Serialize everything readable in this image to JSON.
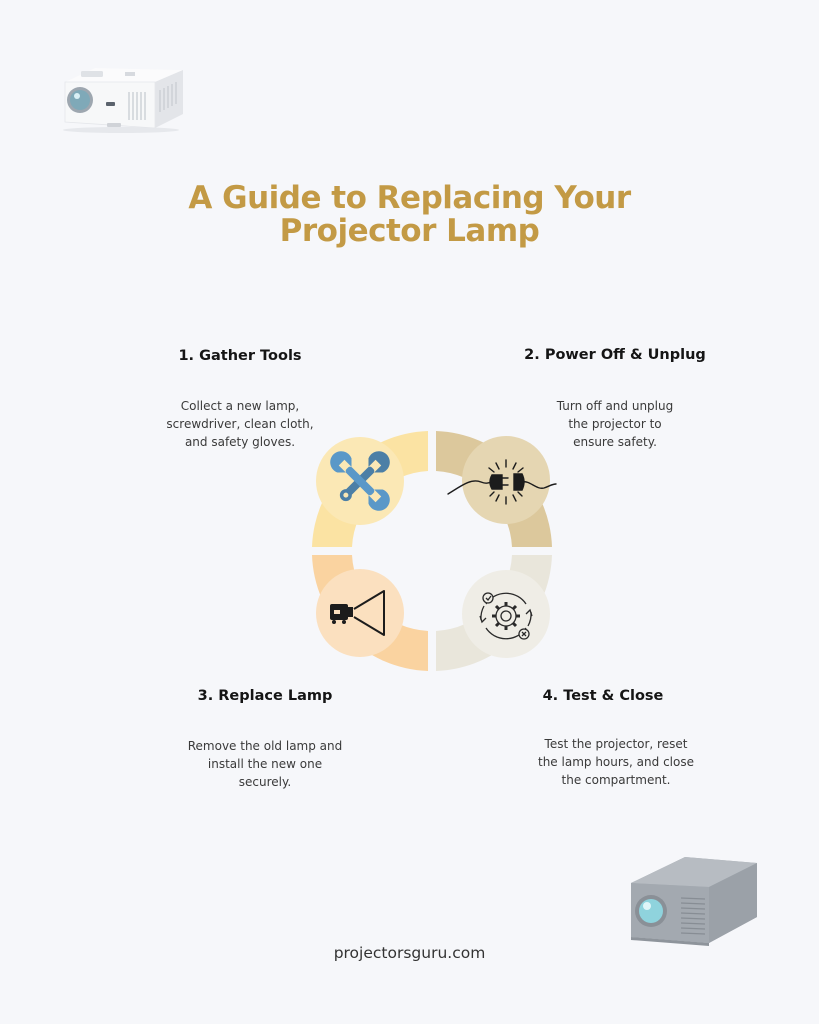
{
  "title": {
    "line1": "A Guide to Replacing Your",
    "line2": "Projector Lamp",
    "color": "#c39a45"
  },
  "steps": [
    {
      "heading": "1. Gather Tools",
      "description_lines": [
        "Collect a new lamp,",
        "screwdriver, clean cloth,",
        "and safety gloves."
      ],
      "icon": "wrench-screwdriver-icon",
      "ring_color": "#fbe3a3",
      "circle_color": "#fbe8b5"
    },
    {
      "heading": "2. Power Off & Unplug",
      "description_lines": [
        "Turn off and unplug",
        "the projector to",
        "ensure safety."
      ],
      "icon": "unplug-icon",
      "ring_color": "#dcc89c",
      "circle_color": "#e5d6b2"
    },
    {
      "heading": "3. Replace Lamp",
      "description_lines": [
        "Remove the old lamp and",
        "install the new one",
        "securely."
      ],
      "icon": "projector-beam-icon",
      "ring_color": "#fad3a0",
      "circle_color": "#fbe0bf"
    },
    {
      "heading": "4. Test & Close",
      "description_lines": [
        "Test the projector, reset",
        "the lamp hours, and close",
        "the compartment."
      ],
      "icon": "gear-cycle-icon",
      "ring_color": "#e9e6db",
      "circle_color": "#efede6"
    }
  ],
  "decorations": {
    "top_left": "white-projector-icon",
    "bottom_right": "gray-projector-icon"
  },
  "footer": {
    "site": "projectorsguru.com"
  }
}
